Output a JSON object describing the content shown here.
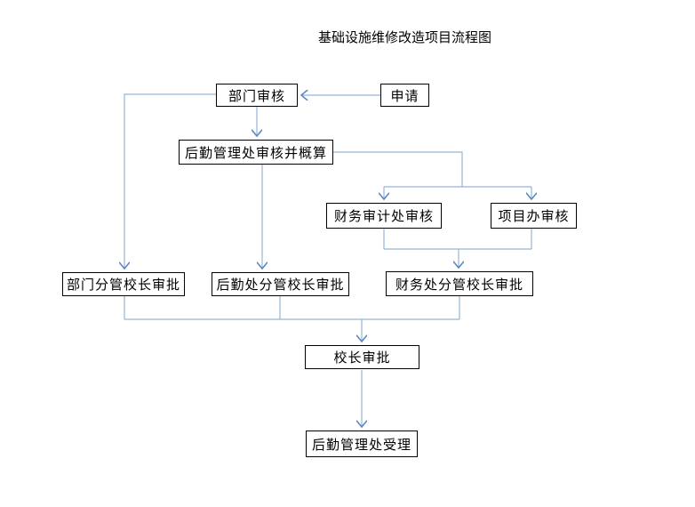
{
  "title": "基础设施维修改造项目流程图",
  "flowchart": {
    "nodes": [
      {
        "id": "apply",
        "label": "申请"
      },
      {
        "id": "dept-review",
        "label": "部门审核"
      },
      {
        "id": "logistics-review",
        "label": "后勤管理处审核并概算"
      },
      {
        "id": "finance-audit-review",
        "label": "财务审计处审核"
      },
      {
        "id": "project-office-review",
        "label": "项目办审核"
      },
      {
        "id": "dept-vp-approval",
        "label": "部门分管校长审批"
      },
      {
        "id": "logistics-vp-approval",
        "label": "后勤处分管校长审批"
      },
      {
        "id": "finance-vp-approval",
        "label": "财务处分管校长审批"
      },
      {
        "id": "president-approval",
        "label": "校长审批"
      },
      {
        "id": "logistics-acceptance",
        "label": "后勤管理处受理"
      }
    ],
    "edges": [
      {
        "from": "apply",
        "to": "dept-review"
      },
      {
        "from": "dept-review",
        "to": "logistics-review"
      },
      {
        "from": "dept-review",
        "to": "dept-vp-approval"
      },
      {
        "from": "logistics-review",
        "to": "logistics-vp-approval"
      },
      {
        "from": "logistics-review",
        "to": "finance-audit-review"
      },
      {
        "from": "logistics-review",
        "to": "project-office-review"
      },
      {
        "from": "finance-audit-review",
        "to": "finance-vp-approval"
      },
      {
        "from": "project-office-review",
        "to": "finance-vp-approval"
      },
      {
        "from": "dept-vp-approval",
        "to": "president-approval"
      },
      {
        "from": "logistics-vp-approval",
        "to": "president-approval"
      },
      {
        "from": "finance-vp-approval",
        "to": "president-approval"
      },
      {
        "from": "president-approval",
        "to": "logistics-acceptance"
      }
    ],
    "colors": {
      "connector": "#95B3D7",
      "arrowhead": "#5B88BE",
      "box_border": "#000000",
      "box_fill": "#FFFFFF",
      "text": "#000000",
      "background": "#FFFFFF"
    }
  }
}
